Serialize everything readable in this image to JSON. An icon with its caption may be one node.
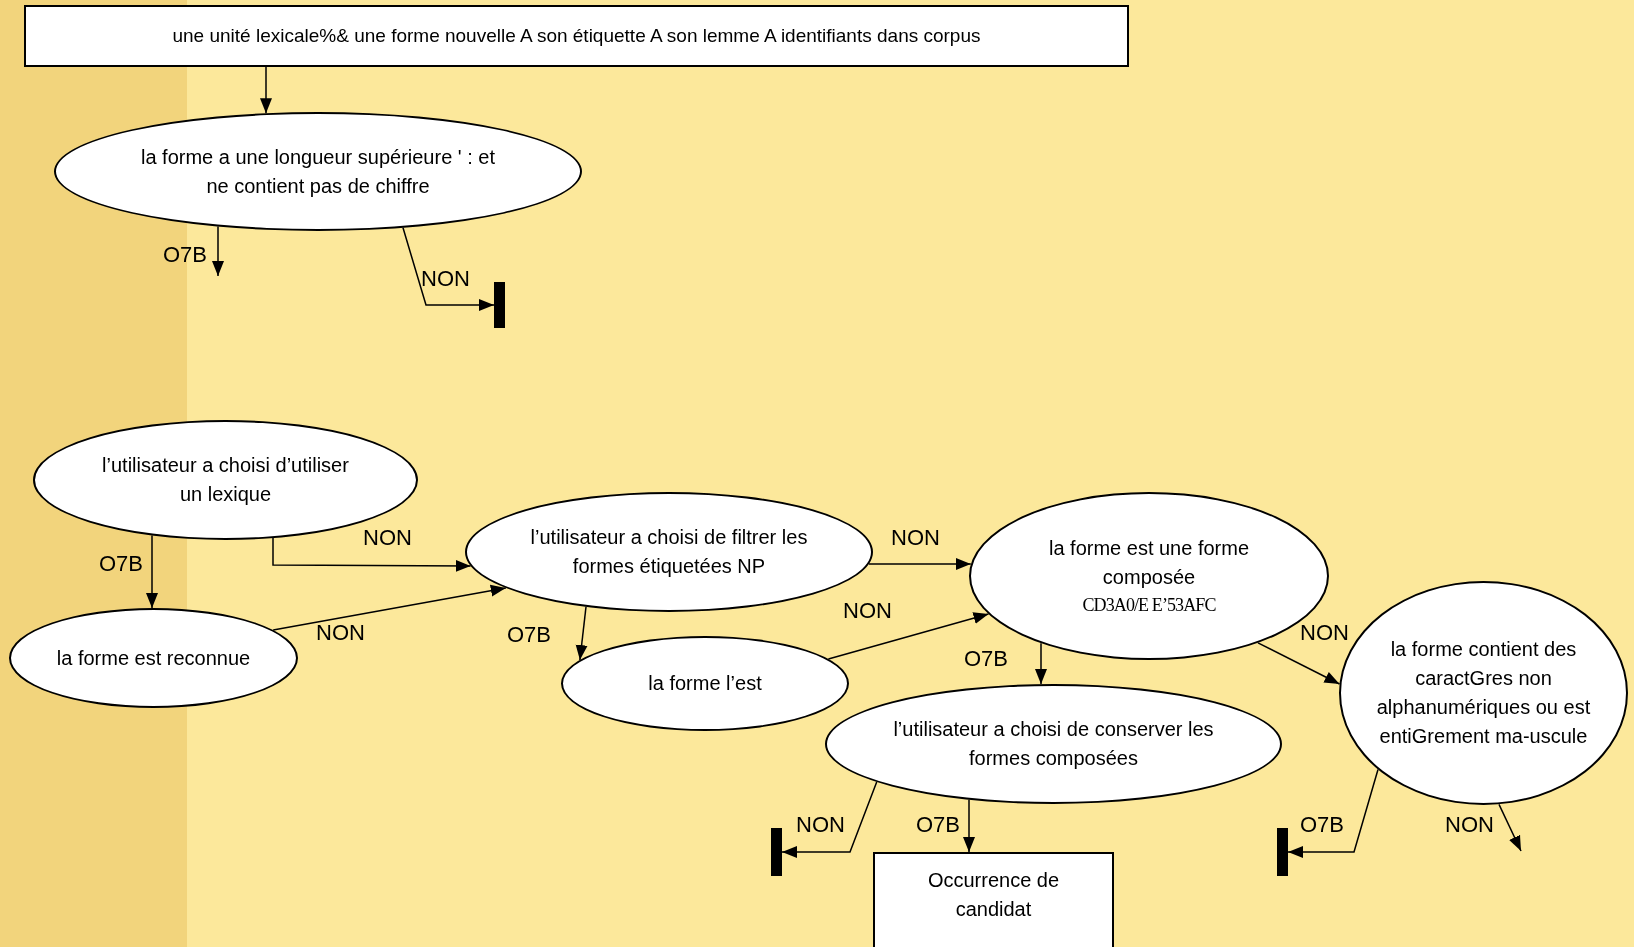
{
  "diagram": {
    "nodes": [
      {
        "text": [
          "une unité lexicale%& une forme nouvelle A son étiquette A son lemme A identifiants dans corpus"
        ]
      },
      {
        "text": [
          "la forme a une longueur supérieure ' : et ne contient pas de chiffre"
        ]
      },
      {
        "text": [],
        "shape": "bar"
      },
      {
        "text": [
          "l’utilisateur a choisi d’utiliser un lexique"
        ]
      },
      {
        "text": [
          "la forme est reconnue"
        ]
      },
      {
        "text": [
          "l’utilisateur a choisi de filtrer les formes étiquetées NP"
        ]
      },
      {
        "text": [
          "la forme l’est"
        ]
      },
      {
        "text": [
          "la forme est une forme composée",
          "CD3A0/E E’53AFC"
        ]
      },
      {
        "text": [
          "l’utilisateur a choisi de conserver les formes composées"
        ]
      },
      {
        "text": [],
        "shape": "bar"
      },
      {
        "text": [
          "Occurrence de candidat"
        ]
      },
      {
        "text": [
          "la forme contient des caractGres non alphanumériques ou est entiGrement ma-uscule"
        ]
      },
      {
        "text": [],
        "shape": "bar"
      }
    ],
    "edges": [
      {
        "from": 0,
        "to": 1,
        "arrow": "to"
      },
      {
        "from": 1,
        "to": null,
        "arrow": "to",
        "label": "O7B"
      },
      {
        "from": 1,
        "to": 2,
        "arrow": "to",
        "label": "NON"
      },
      {
        "from": 3,
        "to": 4,
        "arrow": "to",
        "label": "O7B"
      },
      {
        "from": 3,
        "to": 5,
        "arrow": "to",
        "label": "NON"
      },
      {
        "from": 4,
        "to": 5,
        "arrow": "to",
        "label": "NON"
      },
      {
        "from": 5,
        "to": 6,
        "arrow": "to",
        "label": "O7B"
      },
      {
        "from": 5,
        "to": 7,
        "arrow": "to",
        "label": "NON"
      },
      {
        "from": 6,
        "to": 7,
        "arrow": "to",
        "label": "NON"
      },
      {
        "from": 7,
        "to": 8,
        "arrow": "to",
        "label": "O7B"
      },
      {
        "from": 7,
        "to": 11,
        "arrow": "to",
        "label": "NON"
      },
      {
        "from": 8,
        "to": 9,
        "arrow": "to",
        "label": "NON"
      },
      {
        "from": 8,
        "to": 10,
        "arrow": "to",
        "label": "O7B"
      },
      {
        "from": 11,
        "to": 12,
        "arrow": "to",
        "label": "O7B"
      },
      {
        "from": 11,
        "to": null,
        "arrow": "to",
        "label": "NON"
      }
    ]
  }
}
